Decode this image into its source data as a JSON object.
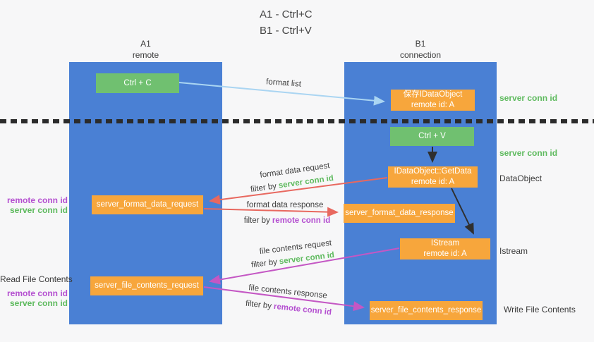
{
  "title": {
    "line1": "A1 - Ctrl+C",
    "line2": "B1 - Ctrl+V"
  },
  "columns": {
    "left": {
      "name": "A1",
      "subtitle": "remote"
    },
    "right": {
      "name": "B1",
      "subtitle": "connection"
    }
  },
  "nodes": {
    "ctrl_c": {
      "label": "Ctrl + C"
    },
    "save_dataobject": {
      "line1": "保存IDataObject",
      "line2": "remote id: A"
    },
    "ctrl_v": {
      "label": "Ctrl + V"
    },
    "getdata": {
      "line1": "IDataObject::GetData",
      "line2": "remote id: A"
    },
    "format_request": {
      "label": "server_format_data_request"
    },
    "format_response": {
      "label": "server_format_data_response"
    },
    "istream": {
      "line1": "IStream",
      "line2": "remote id: A"
    },
    "file_request": {
      "label": "server_file_contents_request"
    },
    "file_response": {
      "label": "server_file_contents_response"
    }
  },
  "edge_labels": {
    "format_list": "format list",
    "format_data_request": "format data request",
    "format_data_response": "format data response",
    "file_contents_request": "file contents request",
    "file_contents_response": "file contents response",
    "filter_prefix": "filter by",
    "server_conn_id": "server conn id",
    "remote_conn_id": "remote conn id"
  },
  "side_labels": {
    "left_top": {
      "remote": "remote conn id",
      "server": "server conn id"
    },
    "read_file": "Read File Contents",
    "left_bottom": {
      "remote": "remote conn id",
      "server": "server conn id"
    },
    "right": {
      "server_conn_id_1": "server conn id",
      "server_conn_id_2": "server conn id",
      "dataobject": "DataObject",
      "istream": "Istream",
      "write_file": "Write File Contents"
    }
  },
  "colors": {
    "lane_blue": "#4a80d4",
    "node_green": "#70c070",
    "node_orange": "#f7a63c",
    "server_conn_green": "#5eba5e",
    "remote_conn_purple": "#b44fd0",
    "format_arrow_red": "#e8685f",
    "file_arrow_magenta": "#c457c4",
    "format_list_arrow_blue": "#aad5f2",
    "black_arrow": "#2f2f2f"
  }
}
